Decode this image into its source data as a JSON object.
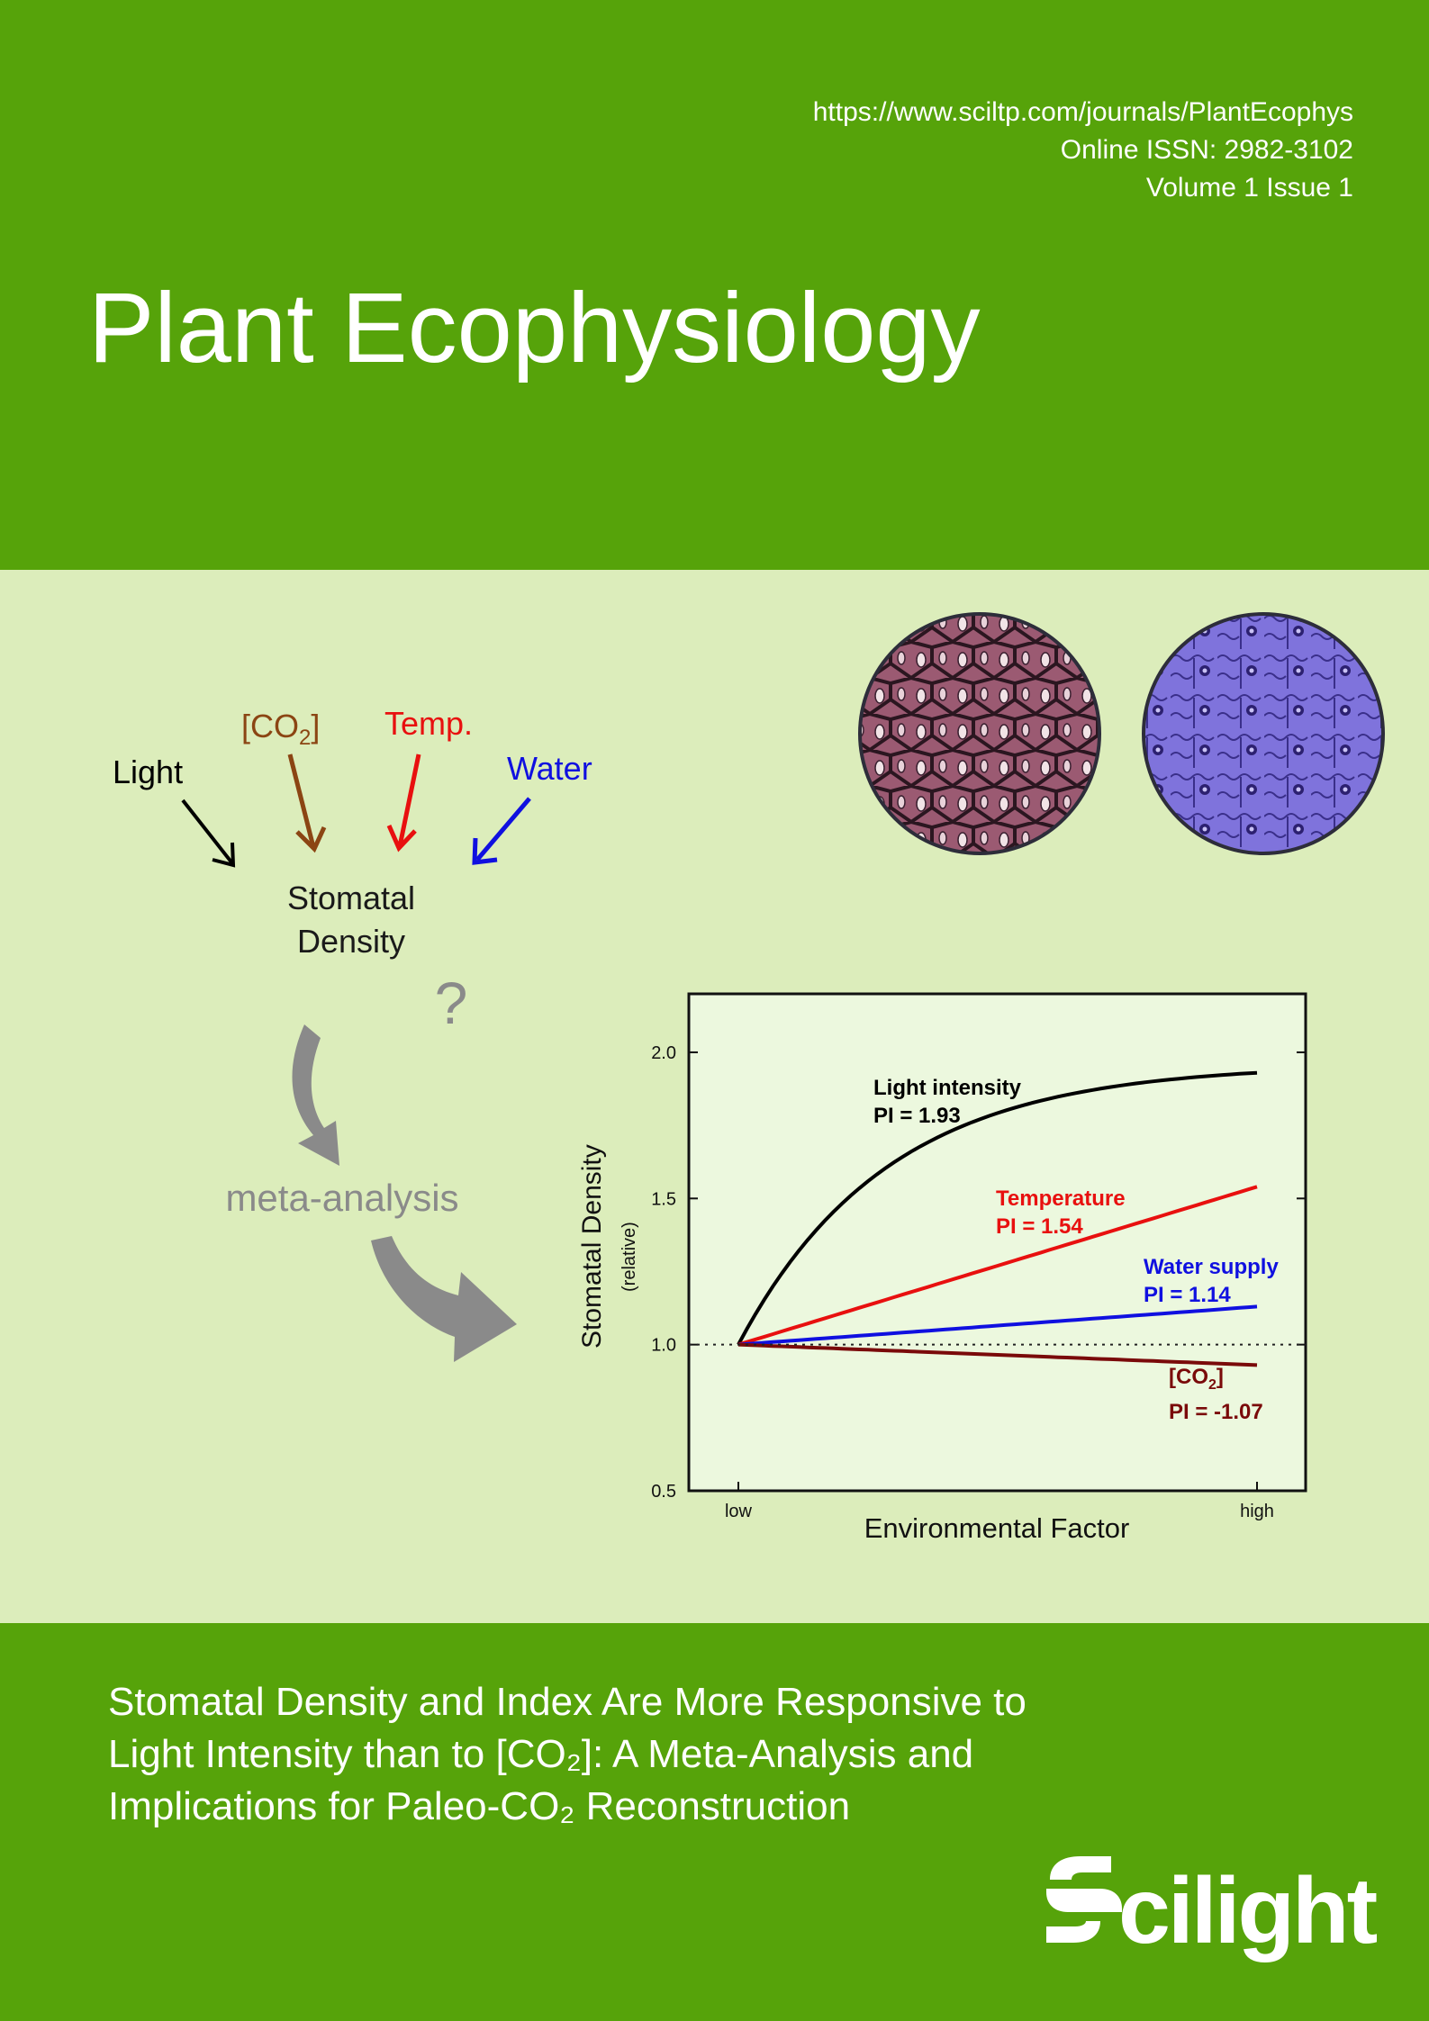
{
  "header": {
    "url": "https://www.sciltp.com/journals/PlantEcophys",
    "issn": "Online ISSN: 2982-3102",
    "volume": "Volume 1 Issue 1",
    "journal_title": "Plant Ecophysiology"
  },
  "diagram": {
    "factors": {
      "light": "Light",
      "co2_open": "[CO",
      "co2_sub": "2",
      "co2_close": "]",
      "temp": "Temp.",
      "water": "Water"
    },
    "target_line1": "Stomatal",
    "target_line2": "Density",
    "question": "?",
    "method": "meta-analysis",
    "colors": {
      "light": "#000000",
      "co2": "#8b4513",
      "temp": "#e8100f",
      "water": "#1010e0",
      "arrow_gray": "#8a8a8a"
    }
  },
  "chart_data": {
    "type": "line",
    "ylabel": "Stomatal Density",
    "ylabel_sub": "(relative)",
    "xlabel": "Environmental Factor",
    "x_ticks": [
      "low",
      "high"
    ],
    "y_ticks": [
      "0.5",
      "1.0",
      "1.5",
      "2.0"
    ],
    "ylim": [
      0.5,
      2.2
    ],
    "reference_line": 1.0,
    "series": [
      {
        "name": "Light intensity",
        "pi_label": "PI = 1.93",
        "shape": "saturating",
        "start": 1.0,
        "end": 1.93,
        "color": "#000000"
      },
      {
        "name": "Temperature",
        "pi_label": "PI = 1.54",
        "shape": "linear",
        "start": 1.0,
        "end": 1.54,
        "color": "#e8100f"
      },
      {
        "name": "Water supply",
        "pi_label": "PI = 1.14",
        "shape": "linear",
        "start": 1.0,
        "end": 1.13,
        "color": "#1010e0"
      },
      {
        "name": "[CO",
        "name_sub": "2",
        "name_close": "]",
        "pi_label": "PI = -1.07",
        "shape": "linear",
        "start": 1.0,
        "end": 0.93,
        "color": "#7a0a0a"
      }
    ]
  },
  "article": {
    "title_line1": "Stomatal Density and Index Are More Responsive to",
    "title_line2": "Light Intensity than to [CO₂]: A Meta-Analysis and",
    "title_line3": "Implications for Paleo-CO₂ Reconstruction"
  },
  "publisher": {
    "name": "Scilight",
    "logo_icon": "scilight-s-logo-icon"
  }
}
